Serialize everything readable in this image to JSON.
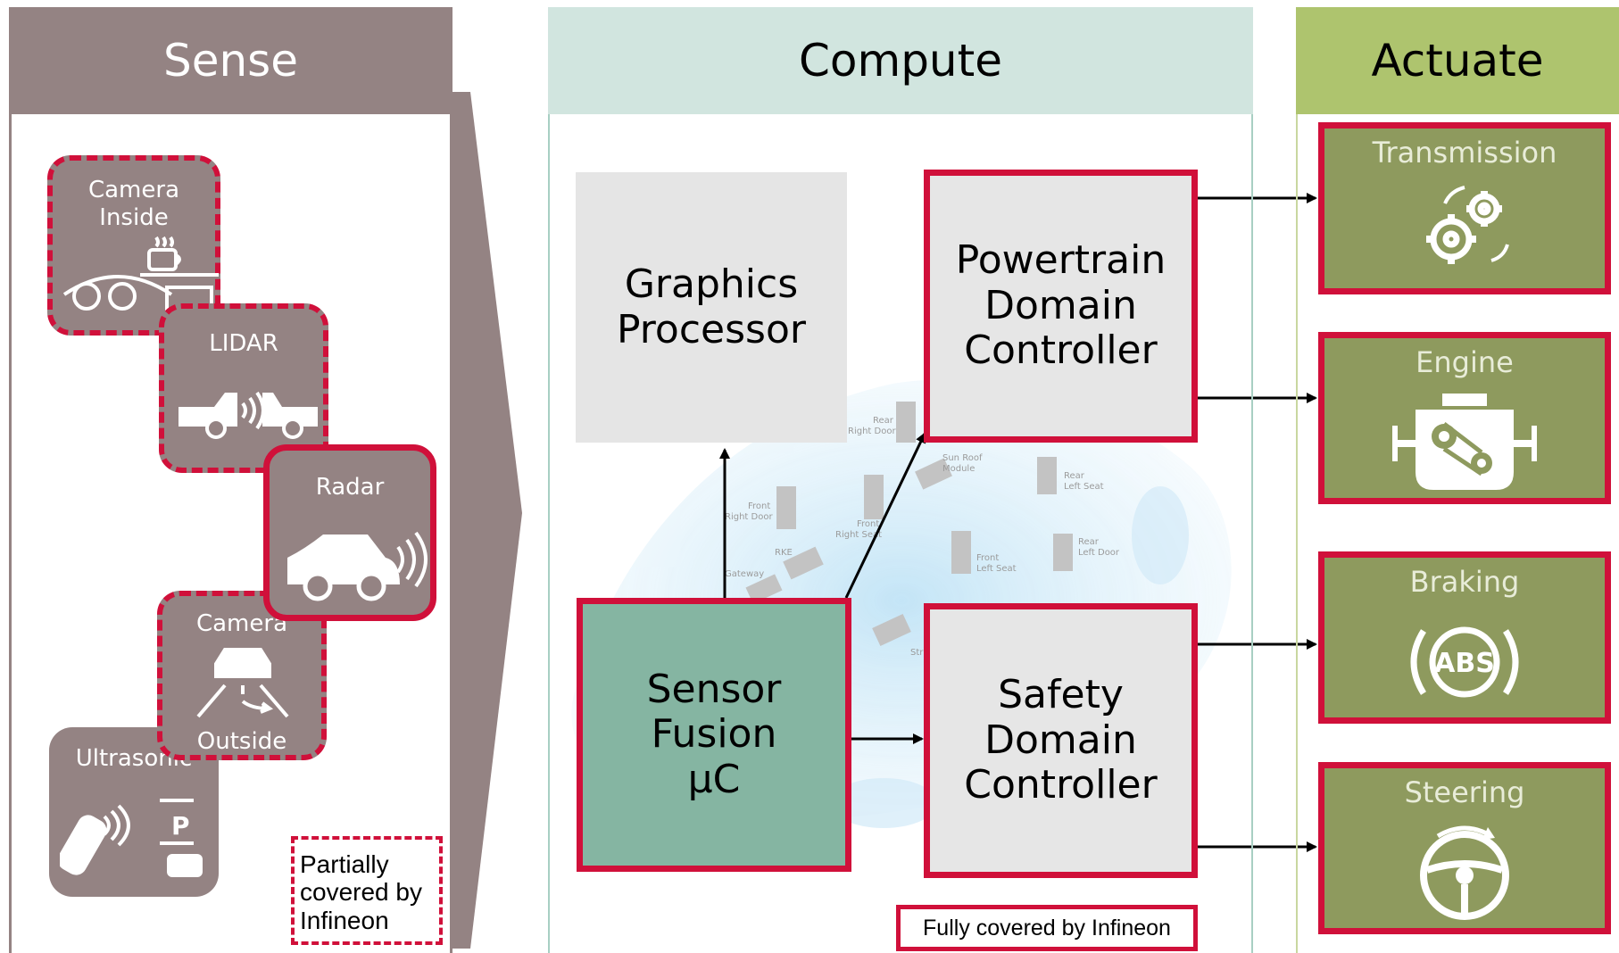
{
  "sense": {
    "header": "Sense",
    "sensors": [
      {
        "label": "Camera\nInside",
        "coverage": "partial",
        "icon": "dashboard-cup-icon"
      },
      {
        "label": "LIDAR",
        "coverage": "partial",
        "icon": "cars-signal-icon"
      },
      {
        "label": "Radar",
        "coverage": "full",
        "icon": "car-radar-icon"
      },
      {
        "label_top": "Camera",
        "label_bottom": "Outside",
        "coverage": "partial",
        "icon": "car-road-icon"
      },
      {
        "label": "Ultrasonic",
        "coverage": "none",
        "icon": "parking-icon"
      }
    ],
    "legend": "Partially\ncovered by\nInfineon"
  },
  "compute": {
    "header": "Compute",
    "graphics_processor": "Graphics\nProcessor",
    "powertrain": "Powertrain\nDomain\nController",
    "sensor_fusion": "Sensor\nFusion\nµC",
    "safety": "Safety\nDomain\nController",
    "legend": "Fully covered by Infineon",
    "car_labels": [
      "Rear\nRight Door",
      "Sun Roof\nModule",
      "Rear\nLeft Seat",
      "Front\nRight Door",
      "Front\nRight Seat",
      "RKE",
      "Gateway",
      "Front\nLeft Seat",
      "Rear\nLeft Door",
      "Str"
    ]
  },
  "actuate": {
    "header": "Actuate",
    "items": [
      {
        "label": "Transmission",
        "icon": "gears-icon"
      },
      {
        "label": "Engine",
        "icon": "engine-icon"
      },
      {
        "label": "Braking",
        "icon": "abs-icon"
      },
      {
        "label": "Steering",
        "icon": "steering-wheel-icon"
      }
    ]
  },
  "colors": {
    "infineon_red": "#d0103a",
    "sense_gray": "#948383",
    "compute_mint": "#d1e5df",
    "actuate_green": "#aec46e",
    "fusion_teal": "#85b5a2"
  }
}
